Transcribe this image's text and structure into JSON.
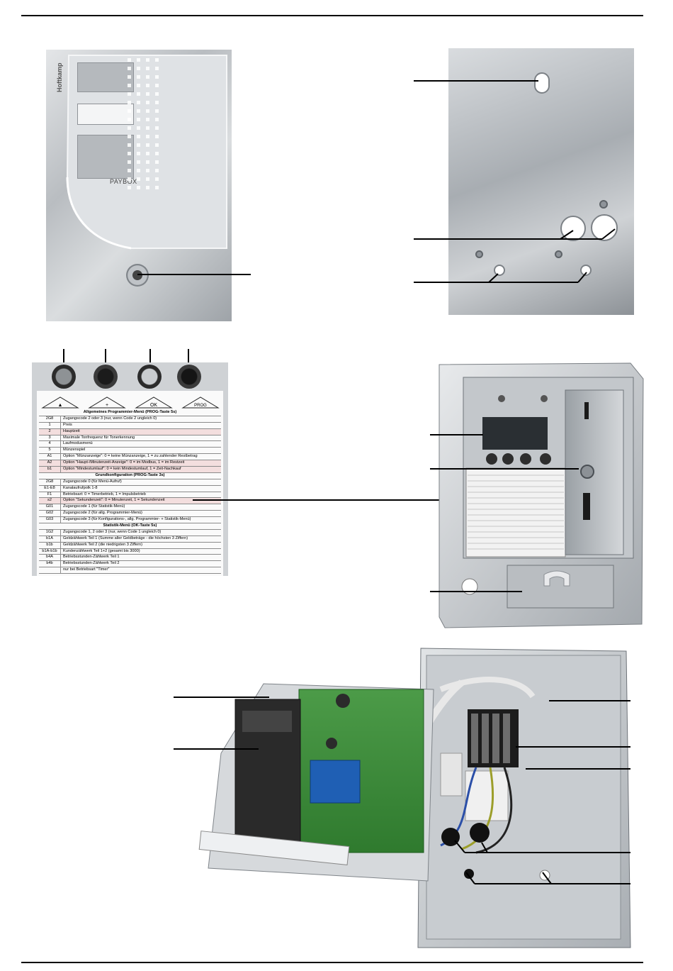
{
  "panel_front": {
    "label": "PAYBOX",
    "brand": "Hoftkamp"
  },
  "menu_card": {
    "keys": [
      "▲",
      "+",
      "OK",
      "PROG"
    ],
    "rows": [
      {
        "type": "head",
        "text": "Allgemeines Programmier-Menü (PROG-Taste 5s)"
      },
      {
        "code": "2G8",
        "text": "Zugangscode 2 oder 3 (nur, wenn Code 2 ungleich 0)"
      },
      {
        "code": "1",
        "text": "Preis"
      },
      {
        "code": "2",
        "text": "Hauptzeit",
        "hl": true
      },
      {
        "code": "3",
        "text": "Maximale Tonfrequenz für Tonerkennung"
      },
      {
        "code": "4",
        "text": "Laufmodusmenü"
      },
      {
        "code": "5",
        "text": "Münzenspiel"
      },
      {
        "code": "A1",
        "text": "Option \"Münzanzeige\": 0 = keine Münzanzeige, 1 = zu zahlender Restbetrag"
      },
      {
        "code": "A2",
        "text": "Option \"Haupt-/Minutenzeit-Anzeige\": 0 = im Modbus, 1 = im Restzeit",
        "hl": true
      },
      {
        "code": "b1",
        "text": "Option \"Mindestumlauf\": 0 = kein Mindestumlauf, 1 = Zeit-Nachkauf",
        "hl": true
      },
      {
        "type": "head",
        "text": "Grundkonfiguration (PROG-Taste 3s)"
      },
      {
        "code": "2G8",
        "text": "Zugangscode 0 (für Menü-Aufruf)"
      },
      {
        "code": "E1-E8",
        "text": "Kanalaufrufpolk 1-8"
      },
      {
        "code": "F1",
        "text": "Betriebsart: 0 = Timerbetrieb, 1 = Impulsbetrieb"
      },
      {
        "code": "s2",
        "text": "Option \"Sekundenzeit\": 0 = Minutenzeit, 1 = Sekundenzeit",
        "hl": true
      },
      {
        "code": "G01",
        "text": "Zugangscode 1 (für Statistik-Menü)"
      },
      {
        "code": "G02",
        "text": "Zugangscode 2 (für allg. Programmier-Menü)"
      },
      {
        "code": "G03",
        "text": "Zugangscode 3 (für Konfigurations-, allg. Programmier- + Statistik-Menü)"
      },
      {
        "type": "head",
        "text": "Statistik-Menü (OK-Taste 5s)"
      },
      {
        "code": "1G2",
        "text": "Zugangscode 1, 2 oder 3 (nur, wenn Code 1 ungleich 0)"
      },
      {
        "code": "b1A",
        "text": "Geldzählwerk Teil 1 (Summe aller Geldbeträge - die höchsten 3 Ziffern)"
      },
      {
        "code": "b1b",
        "text": "Geldzählwerk Teil 2 (die niedrigsten 3 Ziffern)"
      },
      {
        "code": "b1A-b1b",
        "text": "Kundenzählwerk Teil 1+2 (gesamt bis 3000)"
      },
      {
        "code": "b4A",
        "text": "Betriebsstunden-Zählwerk Teil 1"
      },
      {
        "code": "b4b",
        "text": "Betriebsstunden-Zählwerk Teil 2"
      },
      {
        "code": "",
        "text": "nur bei Betriebsart \"Timer\""
      }
    ]
  },
  "colors": {
    "steel_light": "#e4e6e8",
    "steel_dark": "#9ea3a8",
    "pcb_green": "#3f8a3c",
    "transformer_blue": "#1f5fb4"
  }
}
